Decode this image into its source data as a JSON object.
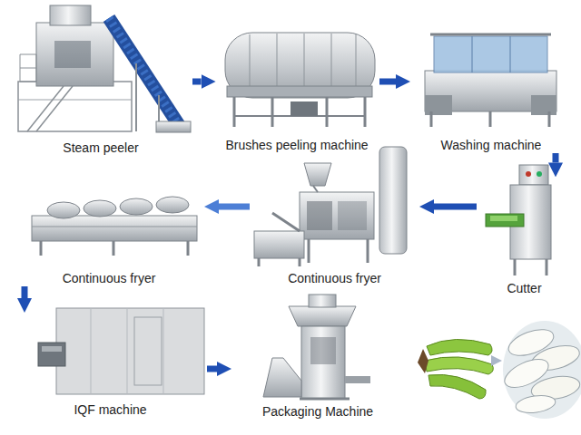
{
  "diagram": {
    "nodes": [
      {
        "text": [
          "Steam peeler"
        ]
      },
      {
        "text": [
          "Brushes peeling machine"
        ]
      },
      {
        "text": [
          "Washing machine"
        ]
      },
      {
        "text": [
          "Cutter"
        ]
      },
      {
        "text": [
          "Continuous fryer"
        ]
      },
      {
        "text": [
          "Continuous fryer"
        ]
      },
      {
        "text": [
          "IQF machine"
        ]
      },
      {
        "text": [
          "Packaging Machine"
        ]
      }
    ],
    "edges": [
      {
        "from": 0,
        "to": 1,
        "arrow": "to"
      },
      {
        "from": 1,
        "to": 2,
        "arrow": "to"
      },
      {
        "from": 2,
        "to": 3,
        "arrow": "to"
      },
      {
        "from": 3,
        "to": 4,
        "arrow": "to"
      },
      {
        "from": 4,
        "to": 5,
        "arrow": "to"
      },
      {
        "from": 5,
        "to": 6,
        "arrow": "to"
      },
      {
        "from": 6,
        "to": 7,
        "arrow": "to"
      }
    ]
  }
}
